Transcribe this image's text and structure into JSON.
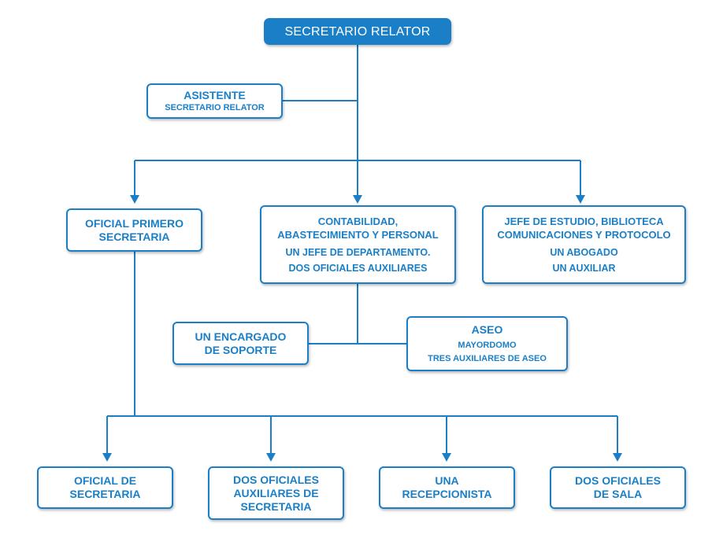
{
  "colors": {
    "accent": "#1a7fc7",
    "background": "#ffffff",
    "root_text": "#ffffff"
  },
  "nodes": {
    "root": {
      "title": "SECRETARIO RELATOR"
    },
    "asistente": {
      "title": "ASISTENTE",
      "subtitle": "SECRETARIO RELATOR"
    },
    "oficial_primero": {
      "line1": "OFICIAL PRIMERO",
      "line2": "SECRETARIA"
    },
    "contabilidad": {
      "line1": "CONTABILIDAD,",
      "line2": "ABASTECIMIENTO Y PERSONAL",
      "detail1": "UN JEFE DE DEPARTAMENTO.",
      "detail2": "DOS OFICIALES AUXILIARES"
    },
    "jefe_estudio": {
      "line1": "JEFE DE ESTUDIO, BIBLIOTECA",
      "line2": "COMUNICACIONES Y PROTOCOLO",
      "detail1": "UN ABOGADO",
      "detail2": "UN AUXILIAR"
    },
    "soporte": {
      "line1": "UN ENCARGADO",
      "line2": "DE SOPORTE"
    },
    "aseo": {
      "title": "ASEO",
      "detail1": "MAYORDOMO",
      "detail2": "TRES AUXILIARES DE ASEO"
    },
    "oficial_secretaria": {
      "line1": "OFICIAL DE",
      "line2": "SECRETARIA"
    },
    "dos_oficiales_aux": {
      "line1": "DOS OFICIALES",
      "line2": "AUXILIARES DE",
      "line3": "SECRETARIA"
    },
    "recepcionista": {
      "line1": "UNA",
      "line2": "RECEPCIONISTA"
    },
    "oficiales_sala": {
      "line1": "DOS OFICIALES",
      "line2": "DE SALA"
    }
  }
}
